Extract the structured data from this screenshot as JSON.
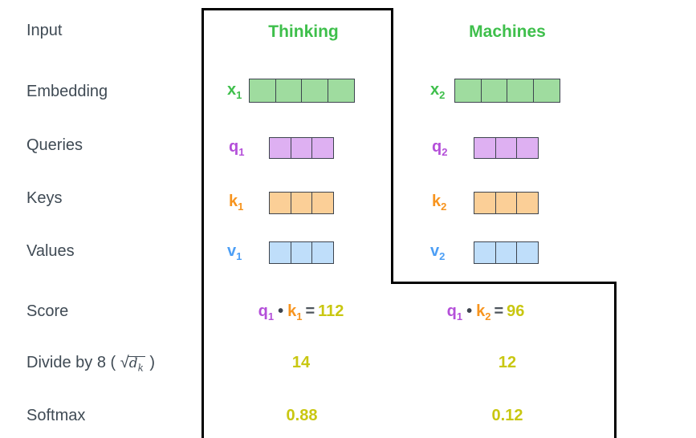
{
  "rows": {
    "input": "Input",
    "embedding": "Embedding",
    "queries": "Queries",
    "keys": "Keys",
    "values": "Values",
    "score": "Score",
    "divide": {
      "prefix": "Divide by 8 ( ",
      "sqrt_symbol": "√",
      "radicand": "d",
      "radicand_sub": "k",
      "suffix": " )"
    },
    "softmax": "Softmax"
  },
  "columns": [
    {
      "header": "Thinking",
      "embedding": {
        "label": "x",
        "sub": "1",
        "cells": 4
      },
      "query": {
        "label": "q",
        "sub": "1",
        "cells": 3
      },
      "key": {
        "label": "k",
        "sub": "1",
        "cells": 3
      },
      "value": {
        "label": "v",
        "sub": "1",
        "cells": 3
      },
      "score": {
        "q": "q",
        "q_sub": "1",
        "dot": "•",
        "k": "k",
        "k_sub": "1",
        "eq": "=",
        "result": "112"
      },
      "divided": "14",
      "softmax": "0.88"
    },
    {
      "header": "Machines",
      "embedding": {
        "label": "x",
        "sub": "2",
        "cells": 4
      },
      "query": {
        "label": "q",
        "sub": "2",
        "cells": 3
      },
      "key": {
        "label": "k",
        "sub": "2",
        "cells": 3
      },
      "value": {
        "label": "v",
        "sub": "2",
        "cells": 3
      },
      "score": {
        "q": "q",
        "q_sub": "1",
        "dot": "•",
        "k": "k",
        "k_sub": "2",
        "eq": "=",
        "result": "96"
      },
      "divided": "12",
      "softmax": "0.12"
    }
  ],
  "colors": {
    "green": "#3ebf4b",
    "green_fill": "#9fdc9f",
    "purple": "#b44fd9",
    "purple_fill": "#deb0f2",
    "orange": "#f7941e",
    "orange_fill": "#fbcf97",
    "blue": "#4c9ef5",
    "blue_fill": "#bfdefa",
    "yellow": "#c9c711",
    "text_dark": "#3f4a54",
    "border_dark": "#3d444e",
    "frame_black": "#000000",
    "eq_gray": "#4d545c"
  }
}
